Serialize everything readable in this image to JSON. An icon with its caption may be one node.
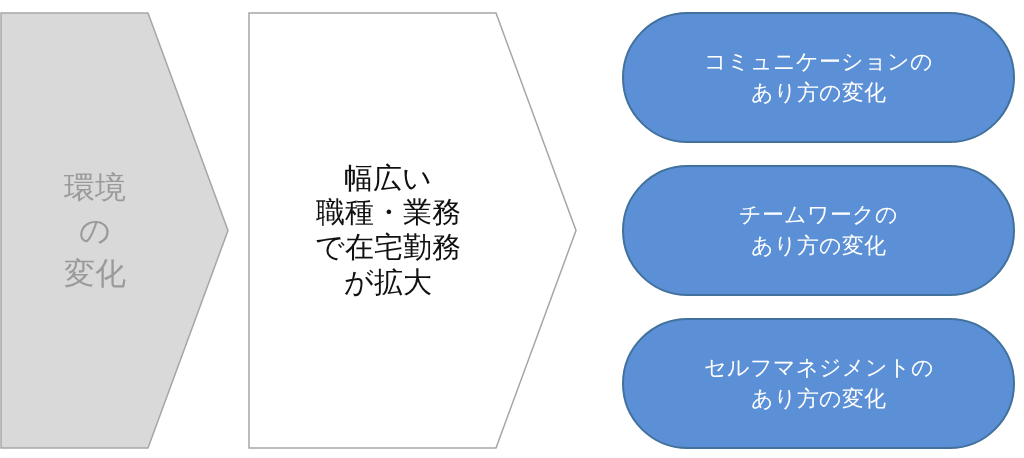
{
  "diagram": {
    "nodes": [
      {
        "text": [
          "環境の変化"
        ]
      },
      {
        "text": [
          "幅広い職種・業務で在宅勤務が拡大"
        ]
      },
      {
        "text": [
          "コミュニケーションのあり方の変化"
        ]
      },
      {
        "text": [
          "チームワークのあり方の変化"
        ]
      },
      {
        "text": [
          "セルフマネジメントのあり方の変化"
        ]
      }
    ]
  }
}
